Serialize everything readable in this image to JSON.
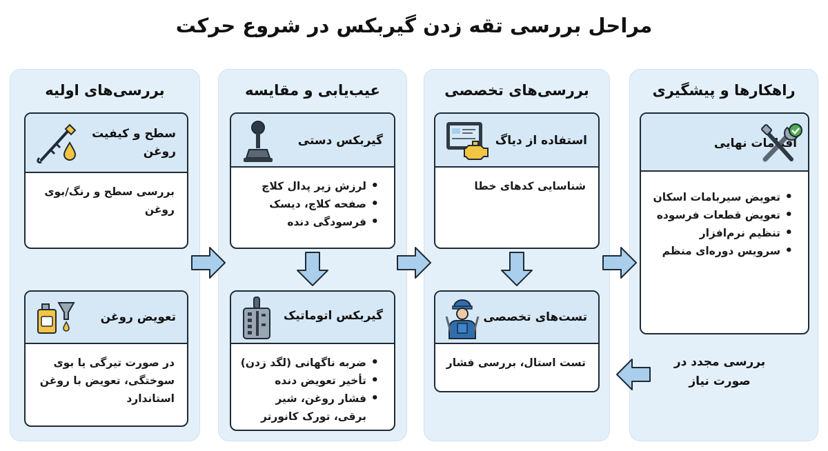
{
  "title": "مراحل بررسی تقه زدن گیربکس در شروع حرکت",
  "columns": [
    {
      "title": "بررسی‌های اولیه",
      "cards": [
        {
          "title": "سطح و کیفیت روغن",
          "icon": "dipstick-oil-drop-icon",
          "body": "بررسی سطح و رنگ/بوی روغن"
        },
        {
          "title": "تعویض روغن",
          "icon": "oil-can-funnel-icon",
          "body": "در صورت تیرگی یا بوی سوختگی، تعویض با روغن استاندارد"
        }
      ]
    },
    {
      "title": "عیب‌یابی و مقایسه",
      "cards": [
        {
          "title": "گیربکس دستی",
          "icon": "manual-gear-stick-icon",
          "items": [
            "لرزش زیر پدال کلاچ",
            "صفحه کلاچ، دیسک",
            "فرسودگی دنده"
          ]
        },
        {
          "title": "گیربکس اتوماتیک",
          "icon": "automatic-gear-selector-icon",
          "items": [
            "ضربه ناگهانی (لگد زدن)",
            "تأخیر تعویض دنده",
            "فشار روغن، شیر برقی، تورک کانورتر"
          ]
        }
      ]
    },
    {
      "title": "بررسی‌های تخصصی",
      "cards": [
        {
          "title": "استفاده از دیاگ",
          "icon": "diagnostic-tablet-engine-icon",
          "body": "شناسایی کدهای خطا"
        },
        {
          "title": "تست‌های تخصصی",
          "icon": "mechanic-icon",
          "body": "تست استال، بررسی فشار"
        }
      ]
    },
    {
      "title": "راهکارها و پیشگیری",
      "cards": [
        {
          "title": "اقدامات نهایی",
          "icon": "tools-check-icon",
          "items": [
            "تعویض سیربامات اسکان",
            "تعویض قطعات فرسوده",
            "تنظیم نرم‌افزار",
            "سرویس دوره‌ای منظم"
          ]
        }
      ],
      "note": "بررسی مجدد در صورت نیاز"
    }
  ],
  "colors": {
    "panel": "#e3f0f9",
    "header": "#d6e8f5",
    "arrow": "#a9cfec",
    "arrow_stroke": "#1f2a36",
    "border": "#1f2a36"
  }
}
